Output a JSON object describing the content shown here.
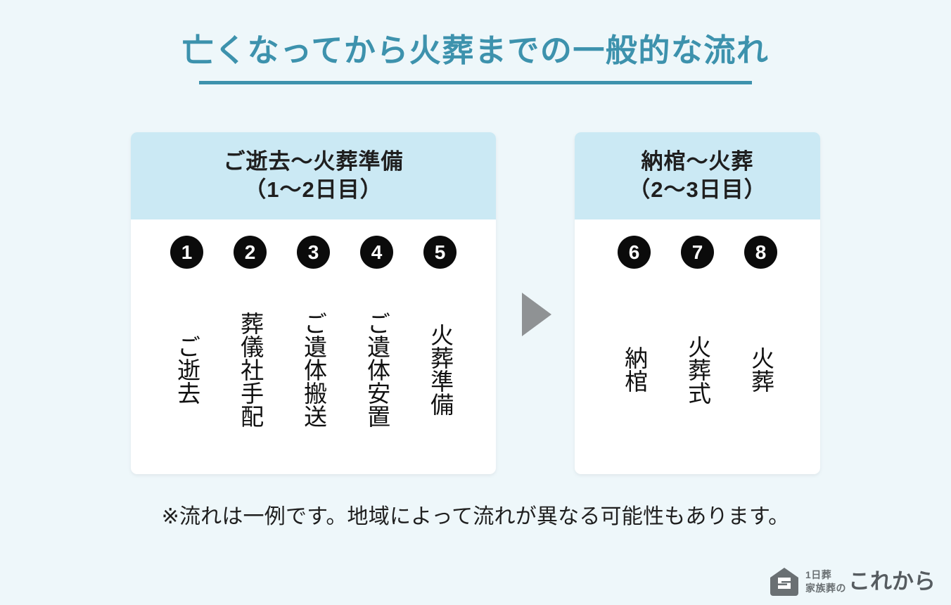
{
  "title": {
    "text": "亡くなってから火葬までの一般的な流れ",
    "color": "#3d92ad"
  },
  "phases": [
    {
      "id": "phase-a",
      "heading_line1": "ご逝去〜火葬準備",
      "heading_line2": "（1〜2日目）",
      "header_color": "#cbe9f4",
      "steps": [
        {
          "number": "1",
          "label": "ご逝去"
        },
        {
          "number": "2",
          "label": "葬儀社手配"
        },
        {
          "number": "3",
          "label": "ご遺体搬送"
        },
        {
          "number": "4",
          "label": "ご遺体安置"
        },
        {
          "number": "5",
          "label": "火葬準備"
        }
      ]
    },
    {
      "id": "phase-b",
      "heading_line1": "納棺〜火葬",
      "heading_line2": "（2〜3日目）",
      "header_color": "#cbe9f4",
      "steps": [
        {
          "number": "6",
          "label": "納棺"
        },
        {
          "number": "7",
          "label": "火葬式"
        },
        {
          "number": "8",
          "label": "火葬"
        }
      ]
    }
  ],
  "arrow": {
    "icon": "triangle-right-icon",
    "color": "#8f9294"
  },
  "footnote": "※流れは一例です。地域によって流れが異なる可能性もあります。",
  "logo": {
    "mark": "house-ko-icon",
    "mark_color": "#6a7073",
    "sub_line1": "1日葬",
    "sub_line2": "家族葬の",
    "wordmark": "これから"
  },
  "background_color": "#eef7fa"
}
